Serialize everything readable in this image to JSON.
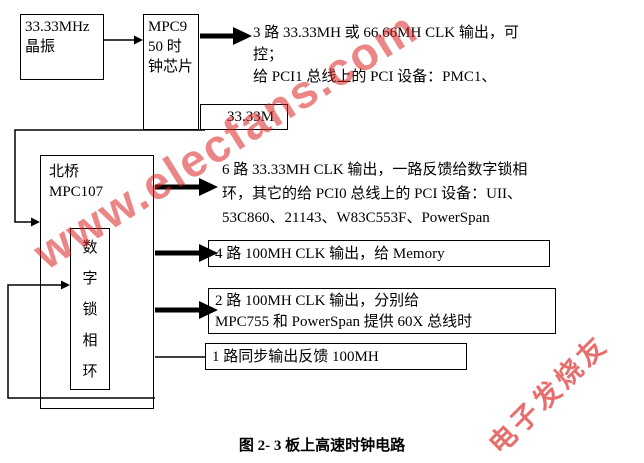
{
  "figure": {
    "caption": "图 2- 3 板上高速时钟电路"
  },
  "watermarks": {
    "site": "www.elecfans.com",
    "brand": "电子发烧友"
  },
  "nodes": {
    "crystal": {
      "label": "33.33MHz 晶振"
    },
    "clock_chip": {
      "label": "MPC950 时钟芯片"
    },
    "freq_label": {
      "label": "33.33M"
    },
    "north_bridge": {
      "label": "北桥\nMPC107"
    },
    "pll": {
      "label": "数字锁相环"
    },
    "out_pci1": {
      "label": "3 路 33.33MH 或 66.66MH CLK 输出，可\n控；\n给 PCI1 总线上的 PCI 设备：PMC1、"
    },
    "out_pci0": {
      "label": "6 路 33.33MH CLK 输出，一路反馈给数字锁相\n环，其它的给 PCI0 总线上的 PCI 设备：UII、\n53C860、21143、W83C553F、PowerSpan"
    },
    "out_memory": {
      "label": "4 路 100MH CLK 输出，给 Memory"
    },
    "out_60x": {
      "label": "2 路 100MH CLK 输出，分别给\nMPC755 和 PowerSpan 提供 60X 总线时"
    },
    "out_feedback": {
      "label": "1 路同步输出反馈 100MH"
    }
  },
  "colors": {
    "background": "#ffffff",
    "line": "#000000",
    "watermark": "#dd2222"
  }
}
